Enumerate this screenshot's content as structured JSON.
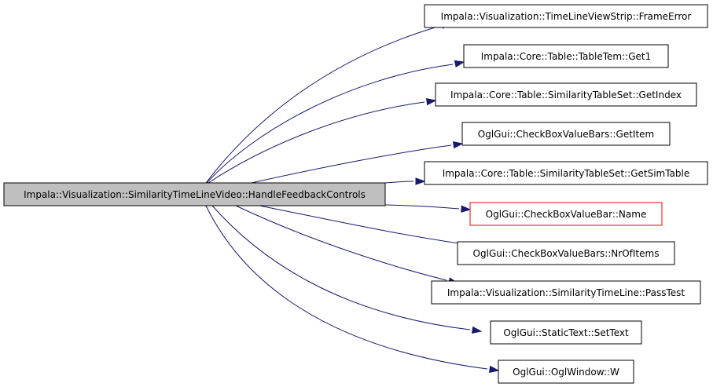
{
  "root": {
    "label": "Impala::Visualization::SimilarityTimeLineVideo::HandleFeedbackControls"
  },
  "callees": [
    {
      "label": "Impala::Visualization::TimeLineViewStrip::FrameError"
    },
    {
      "label": "Impala::Core::Table::TableTem::Get1"
    },
    {
      "label": "Impala::Core::Table::SimilarityTableSet::GetIndex"
    },
    {
      "label": "OglGui::CheckBoxValueBars::GetItem"
    },
    {
      "label": "Impala::Core::Table::SimilarityTableSet::GetSimTable"
    },
    {
      "label": "OglGui::CheckBoxValueBar::Name",
      "border_color": "#ff0000"
    },
    {
      "label": "OglGui::CheckBoxValueBars::NrOfItems"
    },
    {
      "label": "Impala::Visualization::SimilarityTimeLine::PassTest"
    },
    {
      "label": "OglGui::StaticText::SetText"
    },
    {
      "label": "OglGui::OglWindow::W"
    }
  ],
  "colors": {
    "edge": "#191970",
    "root_fill": "#bfbfbf",
    "node_border": "#000000"
  }
}
